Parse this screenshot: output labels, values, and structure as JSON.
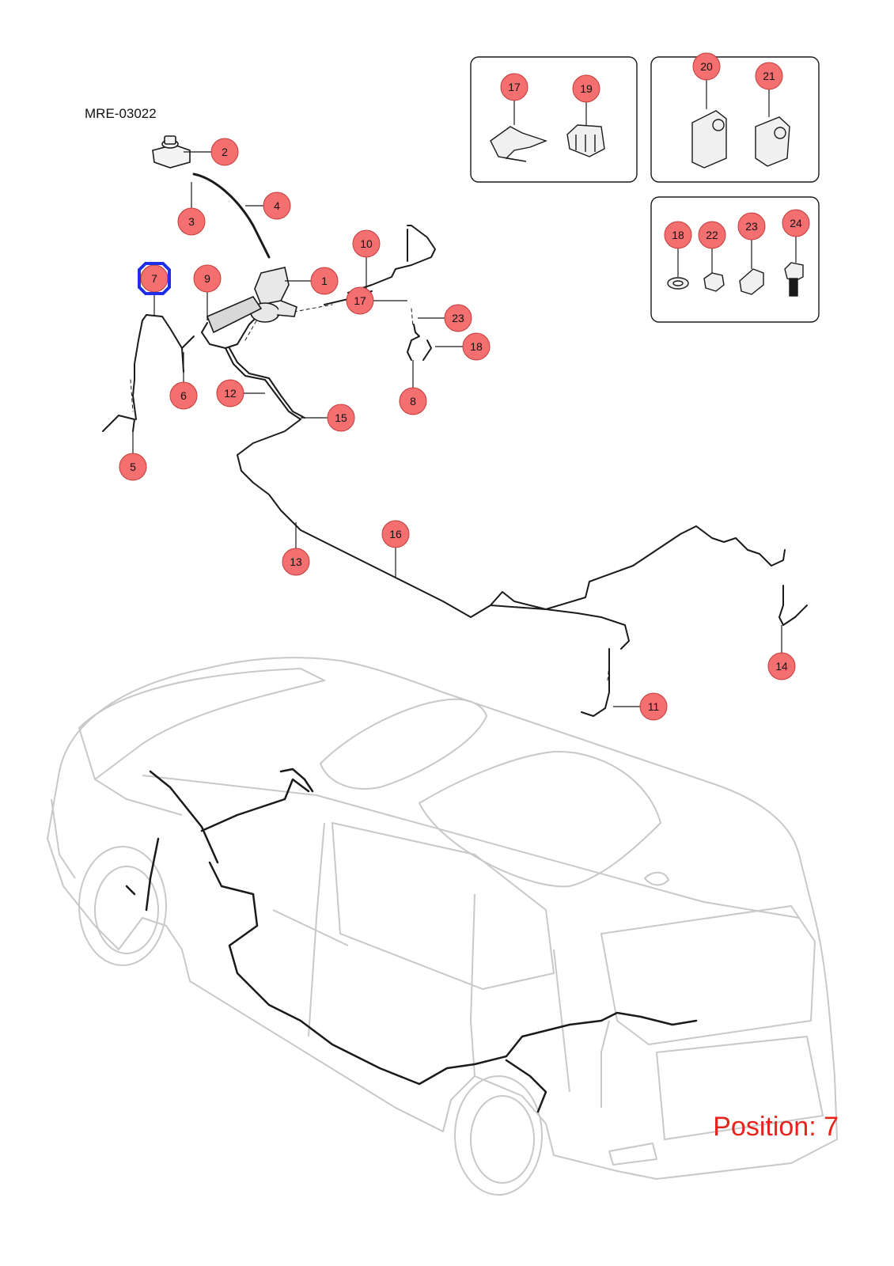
{
  "diagram": {
    "code": "MRE-03022",
    "position_label": "Position: 7",
    "selected_callout": "7",
    "colors": {
      "callout_fill": "#f46f6f",
      "callout_stroke": "#c43b3b",
      "selected_stroke": "#1f2ee8",
      "position_text": "#e8231b",
      "line": "#1a1a1a",
      "car_outline": "#c8c8c8"
    },
    "callouts": [
      {
        "id": "c1",
        "label": "1"
      },
      {
        "id": "c2",
        "label": "2"
      },
      {
        "id": "c3",
        "label": "3"
      },
      {
        "id": "c4",
        "label": "4"
      },
      {
        "id": "c5",
        "label": "5"
      },
      {
        "id": "c6",
        "label": "6"
      },
      {
        "id": "c7",
        "label": "7"
      },
      {
        "id": "c8",
        "label": "8"
      },
      {
        "id": "c9",
        "label": "9"
      },
      {
        "id": "c10",
        "label": "10"
      },
      {
        "id": "c11",
        "label": "11"
      },
      {
        "id": "c12",
        "label": "12"
      },
      {
        "id": "c13",
        "label": "13"
      },
      {
        "id": "c14",
        "label": "14"
      },
      {
        "id": "c15",
        "label": "15"
      },
      {
        "id": "c16",
        "label": "16"
      },
      {
        "id": "c17a",
        "label": "17"
      },
      {
        "id": "c17b",
        "label": "17"
      },
      {
        "id": "c18a",
        "label": "18"
      },
      {
        "id": "c18b",
        "label": "18"
      },
      {
        "id": "c19",
        "label": "19"
      },
      {
        "id": "c20",
        "label": "20"
      },
      {
        "id": "c21",
        "label": "21"
      },
      {
        "id": "c22",
        "label": "22"
      },
      {
        "id": "c23a",
        "label": "23"
      },
      {
        "id": "c23b",
        "label": "23"
      },
      {
        "id": "c24",
        "label": "24"
      }
    ]
  }
}
